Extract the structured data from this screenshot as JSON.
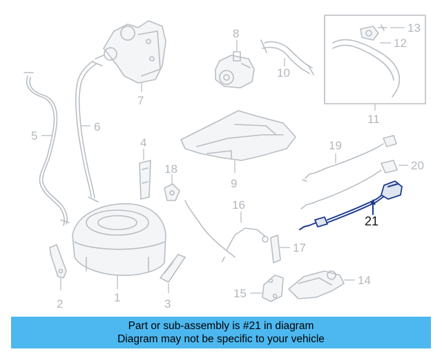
{
  "callouts": {
    "c1": "1",
    "c2": "2",
    "c3": "3",
    "c4": "4",
    "c5": "5",
    "c6": "6",
    "c7": "7",
    "c8": "8",
    "c9": "9",
    "c10": "10",
    "c11": "11",
    "c12": "12",
    "c13": "13",
    "c14": "14",
    "c15": "15",
    "c16": "16",
    "c17": "17",
    "c18": "18",
    "c19": "19",
    "c20": "20",
    "c21": "21"
  },
  "highlight_part": "21",
  "highlight_color": "#1d3a8c",
  "banner": {
    "line1": "Part or sub-assembly is #21 in diagram",
    "line2": "Diagram may not be specific to your vehicle",
    "background": "#4db8f0"
  }
}
